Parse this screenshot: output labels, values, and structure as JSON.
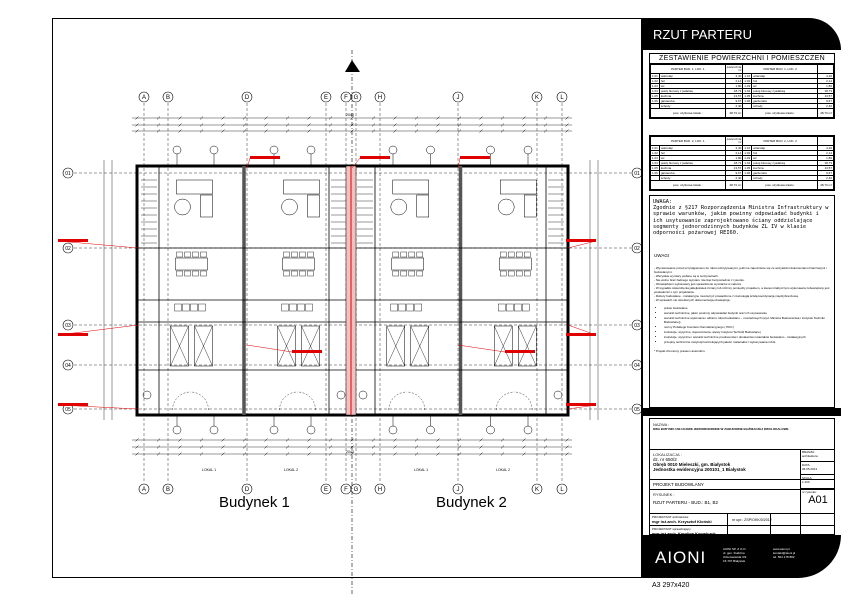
{
  "sheet": {
    "title": "RZUT PARTERU",
    "format": "A3 297x420"
  },
  "plan": {
    "axes_columns": [
      "A",
      "B",
      "D",
      "E",
      "F",
      "G",
      "H",
      "J",
      "K",
      "L"
    ],
    "axes_rows": [
      "01",
      "02",
      "03",
      "04",
      "05"
    ],
    "buildings": [
      "Budynek 1",
      "Budynek 2"
    ],
    "units": [
      "LOKAL 1",
      "LOKAL 2",
      "LOKAL 1",
      "LOKAL 2"
    ],
    "top_dimension": "2043",
    "bottom_dimension": "2043",
    "accent_color": "#e00000"
  },
  "areas": {
    "title": "ZESTAWIENIE POWIERZCHNI I POMIESZCZEŃ",
    "unit_header": "powierzchnia m²",
    "usable_label": "pow. użytkowa lokalu :",
    "tables": [
      {
        "left": "PARTER BUD. 1, LOK. 1",
        "right": "PARTER BUD. 1, LOK. 2",
        "rows": [
          [
            "1.01",
            "wiatrołap",
            "4,40"
          ],
          [
            "1.02",
            "hol",
            "2,14"
          ],
          [
            "1.03",
            "wc",
            "1,80"
          ],
          [
            "1.04",
            "pokój biurowy z jadalnią",
            "18,73"
          ],
          [
            "1.05",
            "kuchnia",
            "13,57"
          ],
          [
            "1.06",
            "garderoba",
            "9,67"
          ],
          [
            "",
            "schody",
            "2,40"
          ]
        ],
        "total": "48,73 m²"
      },
      {
        "left": "PARTER BUD. 2, LOK. 1",
        "right": "PARTER BUD. 2, LOK. 2",
        "rows": [
          [
            "1.01",
            "wiatrołap",
            "4,40"
          ],
          [
            "1.02",
            "hol",
            "2,14"
          ],
          [
            "1.03",
            "wc",
            "1,80"
          ],
          [
            "1.04",
            "pokój biurowy z jadalnią",
            "18,73"
          ],
          [
            "1.05",
            "kuchnia",
            "13,57"
          ],
          [
            "1.06",
            "garderoba",
            "9,67"
          ],
          [
            "",
            "schody",
            "2,40"
          ]
        ],
        "total": "48,73 m²"
      }
    ]
  },
  "uwaga": {
    "title": "UWAGA:",
    "text": "Zgodnie z §217 Rozporządzenia Ministra Infrastruktury w sprawie warunków, jakim powinny odpowiadać budynki i ich usytuowanie zaprojektowano ściany oddzielające segmenty jednorodzinnych budynków ZL IV w klasie odporności pożarowej REI60."
  },
  "uwagi": {
    "title": "UWAGI",
    "lines": [
      "- Wymiarowanie przed przystąpieniem do robót odczytywanymi, jeśli nie zapoznanie się ze wszystkimi dokumentami branżowymi i budowlanymi.",
      "- Wszystkie wymiary podane są w centymetrach.",
      "- Nie wolno brać żadnego wymiaru mierząc bezpośrednio z rysunku.",
      "- Obowiązkiem wykonawcy jest sprawdzenie wymiarów w naturze.",
      "- W wypadku stwierdzenia jakiejkolwiek zmiany lub różnicy pomiędzy projektem, a stanem faktycznym wykonawca zobowiązany jest powiadomić o tym projektanta.",
      "- Roboty budowlane - instalacyjne muszą być prowadzone z równoległą ścisłą koordynacją międzybranżową.",
      "- W sprawach nie określonych dokumentacją obowiązują :"
    ],
    "bullets": [
      "prawo budowlane",
      "warunki techniczne, jakim powinny odpowiadać budynki oraz ich usytuowanie",
      "warunki techniczne wykonania i odbioru robót budowlano – montażowych (wyd. Ministra Budownictwa i Instytutu Techniki Budowlanej)",
      "normy Polskiego Komitetu Normalizacyjnego ( PKN )",
      "instrukcje, wytyczne, dopuszczenia, atesty Instytutu Techniki Budowlanej",
      "instrukcje, wytyczne i warunki techniczne producentów i dostawców materiałów budowlano - instalacyjnych",
      "przepisy techniczne instytucji kontrolujących jakość materiałów i wykonywania robót."
    ],
    "footnote": "* Projekt chroniony prawem autorskim."
  },
  "info": {
    "name_label": "NAZWA :",
    "name": "DWA BUDYNKI USŁUGOWE JEDNORODZINNE W ZABUDOWIE BLIŹNIACZEJ DWULOKALOWE",
    "location_label": "LOKALIZACJA :",
    "location_lines": [
      "dz. nr 650/2",
      "Obręb 0010 Mieleszki, gm. Białystok",
      "Jednostka ewidencyjna 200101_1 Białystok"
    ],
    "phase": "PROJEKT BUDOWLANY",
    "drawing_label": "RYSUNEK :",
    "drawing": "RZUT PARTERU - BUD.: B1, B2",
    "branch_label": "BRANŻA:",
    "branch": "architektura",
    "date_label": "DATA:",
    "date": "06.05.2013",
    "scale_label": "SKALA:",
    "scale": "1:100",
    "number_label": "nr rysunku:",
    "number": "A01",
    "designer_label": "PROJEKTANT architektura:",
    "designer": "mgr inż.arch. Krzysztof Kloński",
    "license": "nr upr.: ZSP/OKK/0/2012",
    "checker_label": "PROJEKTANT sprawdzający:",
    "checker": "mgr inż.arch. Karolina Kowalczyk"
  },
  "company": {
    "logo": "AIONI",
    "address": [
      "AIONI SP. Z O.O.",
      "ul. gen. Dudzina",
      "Orła-Gwiazda 3/3",
      "15-707 Białystok"
    ],
    "contact": [
      "www.aioni.pl",
      "kontakt@aioni.pl",
      "tel. 504 178 882"
    ]
  }
}
